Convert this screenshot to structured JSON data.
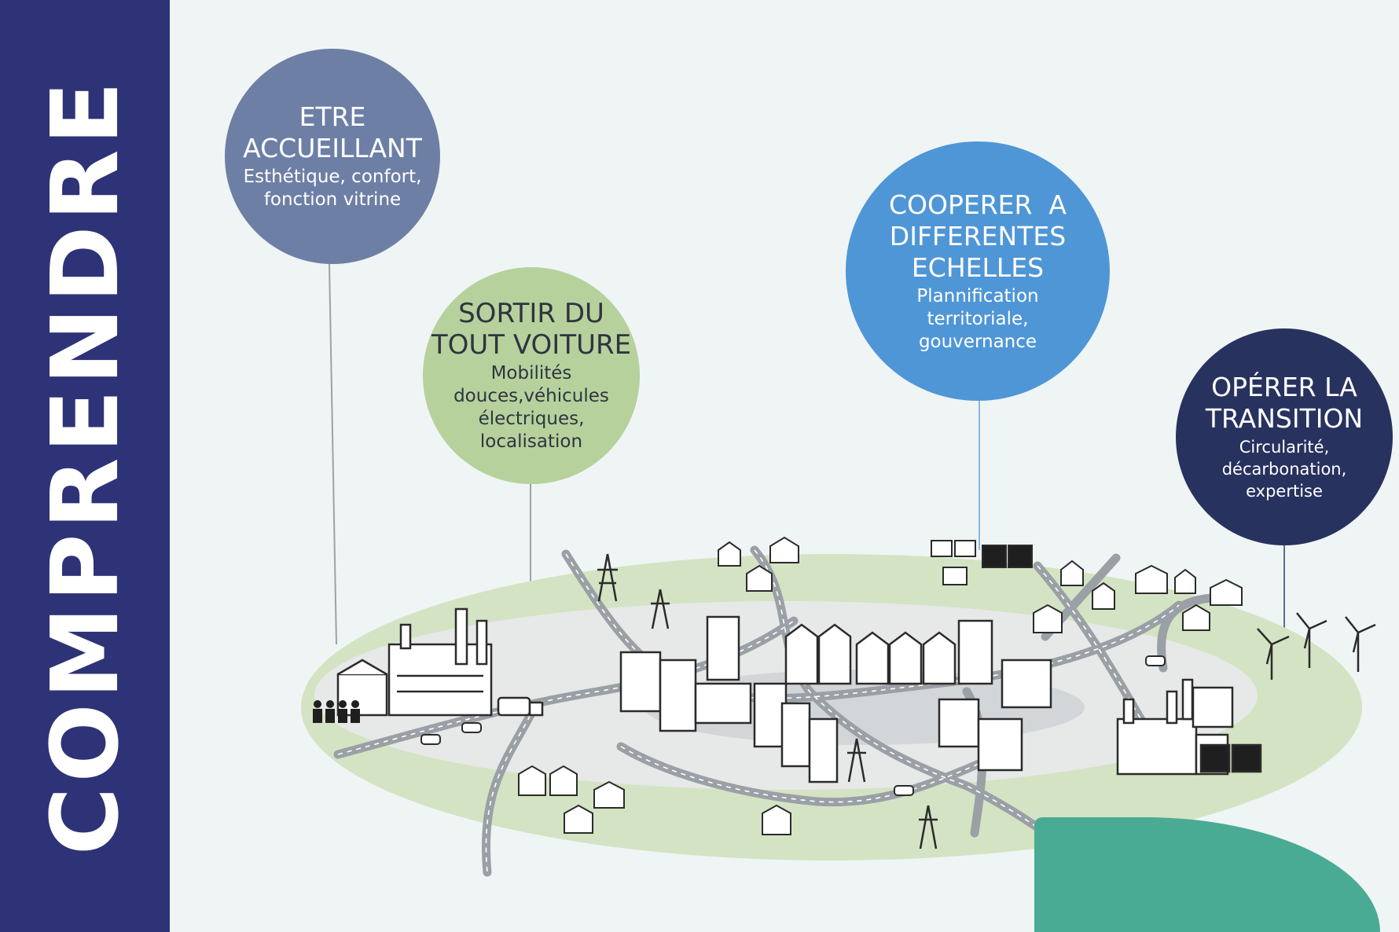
{
  "sidebar": {
    "title": "COMPRENDRE"
  },
  "bubbles": [
    {
      "title_lines": [
        "ETRE",
        "ACCUEILLANT"
      ],
      "desc_lines": [
        "Esthétique, confort,",
        "fonction vitrine"
      ]
    },
    {
      "title_lines": [
        "SORTIR DU",
        "TOUT VOITURE"
      ],
      "desc_lines": [
        "Mobilités",
        "douces,véhicules",
        "électriques,",
        "localisation"
      ]
    },
    {
      "title_lines": [
        "COOPERER  A",
        "DIFFERENTES",
        "ECHELLES"
      ],
      "desc_lines": [
        "Plannification",
        "territoriale,",
        "gouvernance"
      ]
    },
    {
      "title_lines": [
        "OPÉRER LA",
        "TRANSITION"
      ],
      "desc_lines": [
        "Circularité,",
        "décarbonation,",
        "expertise"
      ]
    }
  ],
  "colors": {
    "sidebar": "#2e3377",
    "background": "#eff5f4",
    "bubble_accueillant": "#6e7fa6",
    "bubble_voiture": "#b7d19d",
    "bubble_cooperer": "#4f96d6",
    "bubble_transition": "#28325f",
    "land": "#d4e3c3",
    "urban": "#e6e9e8",
    "corner_shape": "#4aab94"
  }
}
